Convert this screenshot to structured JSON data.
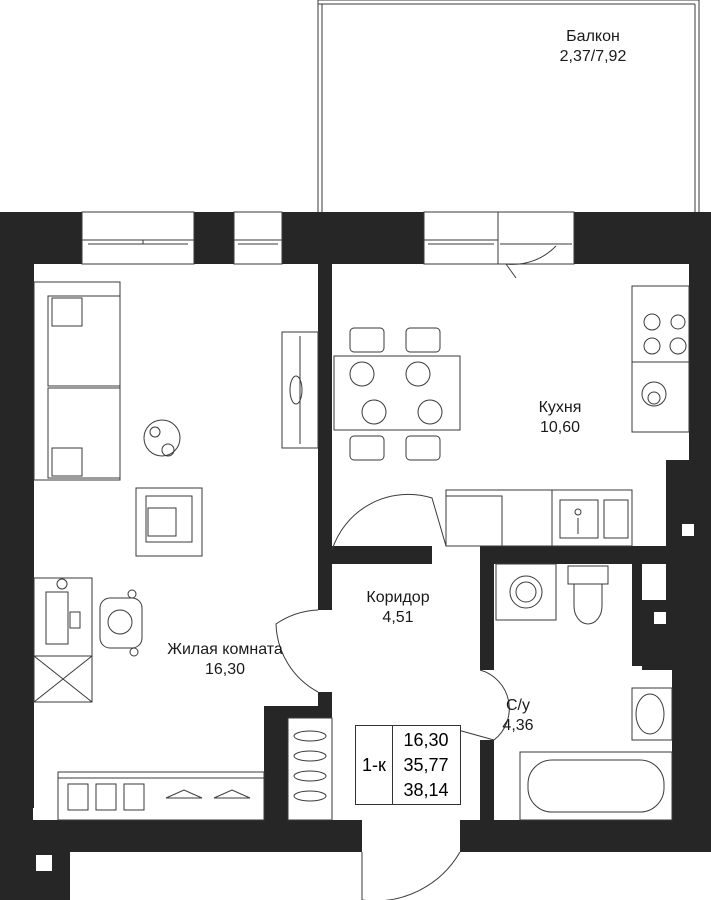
{
  "rooms": {
    "balcony": {
      "name": "Балкон",
      "area": "2,37/7,92"
    },
    "kitchen": {
      "name": "Кухня",
      "area": "10,60"
    },
    "corridor": {
      "name": "Коридор",
      "area": "4,51"
    },
    "living": {
      "name": "Жилая комната",
      "area": "16,30"
    },
    "bathroom": {
      "name": "С/у",
      "area": "4,36"
    }
  },
  "summary": {
    "type": "1-к",
    "living_area": "16,30",
    "total_area": "35,77",
    "total_with_balcony": "38,14"
  },
  "colors": {
    "wall": "#262626",
    "line": "#3a3a3a",
    "background": "#ffffff"
  }
}
